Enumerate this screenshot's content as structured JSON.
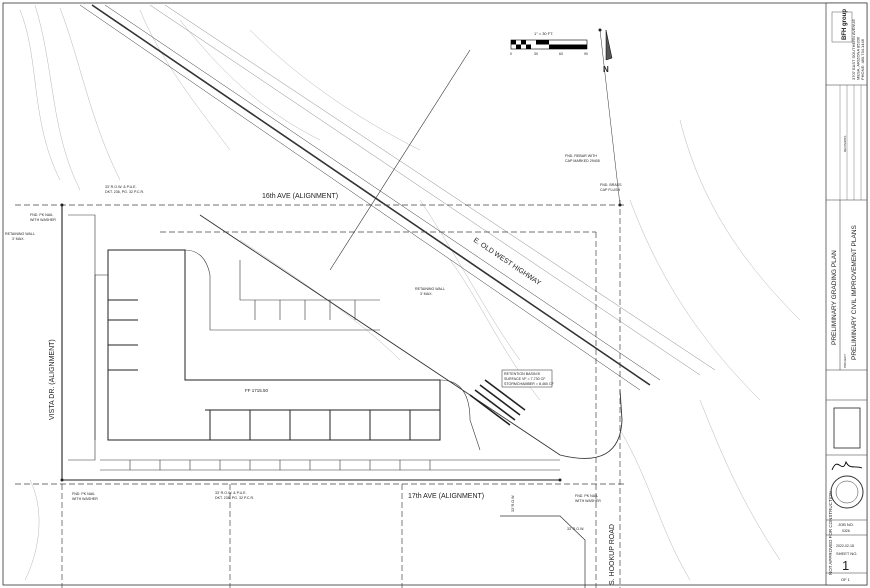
{
  "scale": {
    "label": "1\" = 30 FT.",
    "ticks": [
      "0",
      "30",
      "60",
      "90"
    ],
    "north": "N"
  },
  "roads": {
    "ave16": "16th AVE (ALIGNMENT)",
    "ave17": "17th AVE (ALIGNMENT)",
    "highway": "E. OLD WEST HIGHWAY",
    "vista": "VISTA DR. (ALIGNMENT)",
    "hookup": "S. HOOKUP ROAD"
  },
  "notes": {
    "building_ff": "FF 1715.50",
    "basin": [
      "RETENTION BASIN B",
      "SURFACE VF = 7,730 CF",
      "STORMCHAMBER = 8,460 CF"
    ],
    "retaining_wall": [
      "RETAINING WALL",
      "3' MAX."
    ],
    "retaining_wall_left": [
      "RETAINING WALL",
      "3' MAX."
    ],
    "pk_nail": [
      "FND. PK NAIL",
      "WITH WASHER"
    ],
    "pk_nail_right": [
      "FND. PK NAIL",
      "WITH WASHER"
    ],
    "pk_nail_left": [
      "FND. PK NAIL",
      "WITH WASHER"
    ],
    "rebar": [
      "FND. REBAR WITH",
      "CAP MARKED 29405"
    ],
    "brass_cap": [
      "FND. BRASS",
      "CAP FLUSH"
    ],
    "row_top": [
      "33' R.O.W. & P.U.E.",
      "DKT. 236, PG. 32 P.C.R."
    ],
    "row_bottom": [
      "33' R.O.W. & P.U.E.",
      "DKT. 236, PG. 32 P.C.R."
    ],
    "row_right": "33' R.O.W.",
    "row_right2": "33' R.O.W."
  },
  "title_block": {
    "company": "BFH group",
    "address": [
      "3707 EAST SOUTHERN AVENUE",
      "MESA, ARIZONA 85206",
      "PHONE: 480.734.1446"
    ],
    "revisions": "REVISIONS",
    "sheet_title": "PRELIMINARY GRADING PLAN",
    "project_label": "PROJECT:",
    "project": "PRELIMINARY CIVIL IMPROVEMENT PLANS",
    "disclaimer": "NOT APPROVED FOR CONSTRUCTION",
    "job_label": "JOB NO.",
    "job_no": "0326",
    "date": "2022-02-18",
    "sheet_label": "SHEET NO.",
    "sheet_no": "1",
    "sheet_of": "OF 1"
  }
}
